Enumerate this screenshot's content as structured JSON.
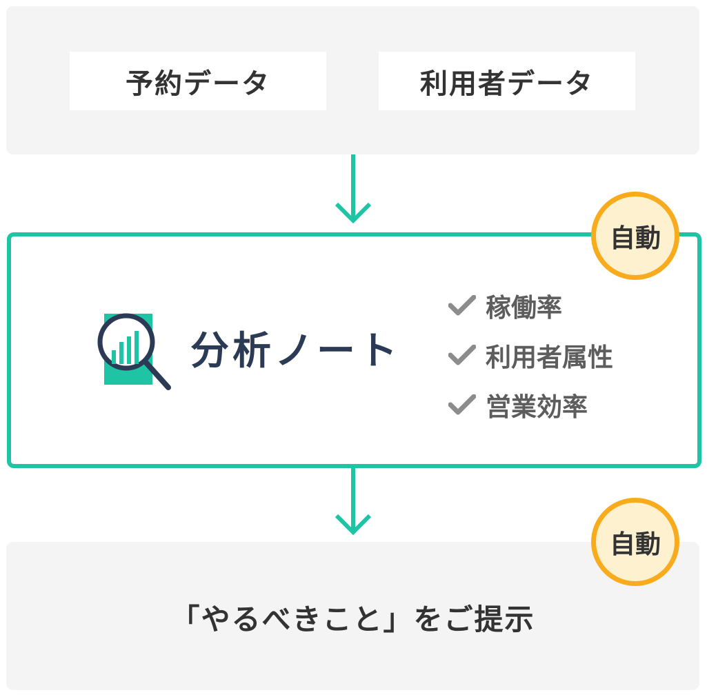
{
  "inputs": [
    {
      "label": "予約データ"
    },
    {
      "label": "利用者データ"
    }
  ],
  "analysis": {
    "title": "分析ノート",
    "badge": "自動",
    "checks": [
      "稼働率",
      "利用者属性",
      "営業効率"
    ]
  },
  "output": {
    "label": "「やるべきこと」をご提示",
    "badge": "自動"
  },
  "colors": {
    "accent": "#1ec4a4",
    "badge_ring": "#f8ab1c",
    "badge_fill": "#fdf1d0",
    "title": "#2b3a55",
    "panel": "#f4f4f4"
  },
  "icons": {
    "analysis": "magnifier-chart-icon",
    "check": "check-icon",
    "arrow": "arrow-down-icon"
  }
}
